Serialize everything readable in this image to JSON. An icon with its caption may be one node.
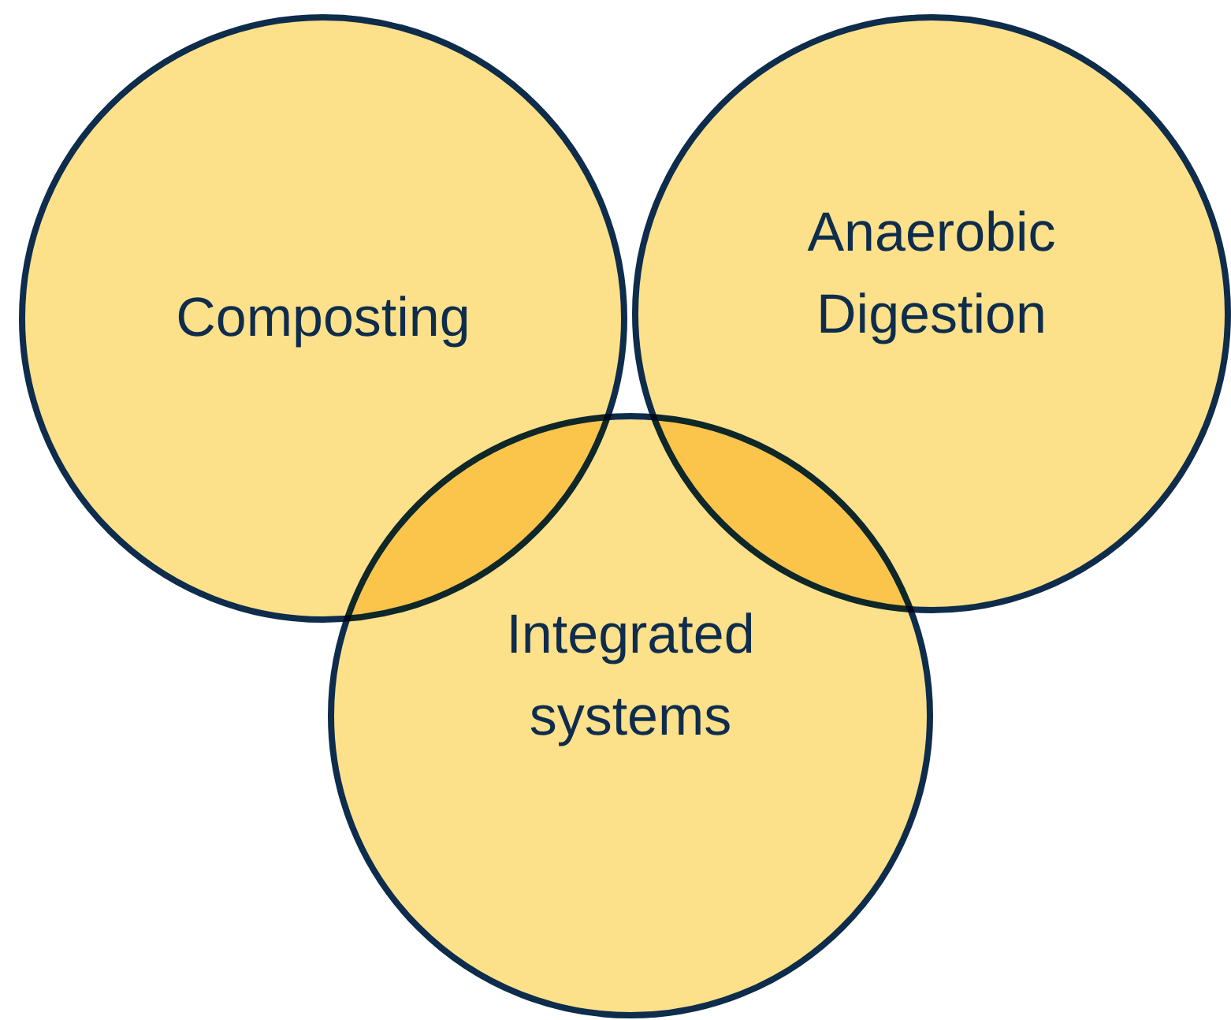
{
  "diagram": {
    "nodes": [
      {
        "text": [
          "Composting"
        ]
      },
      {
        "text": [
          "Anaerobic Digestion"
        ]
      },
      {
        "text": [
          "Integrated systems"
        ]
      }
    ]
  }
}
